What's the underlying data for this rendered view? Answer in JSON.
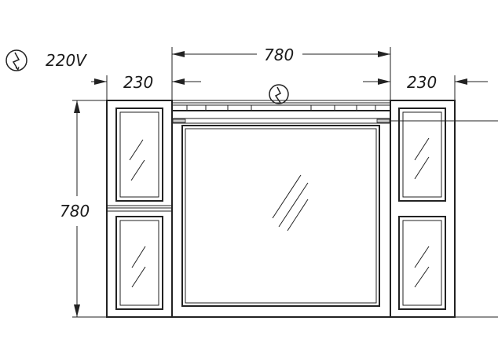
{
  "electrical": {
    "symbol_icon": "lightning-circle-icon",
    "voltage_label": "220V"
  },
  "dimensions": {
    "mirror_width": "780",
    "left_cabinet_width": "230",
    "right_cabinet_width": "230",
    "height": "780"
  },
  "colors": {
    "line": "#222222",
    "background": "#ffffff"
  }
}
